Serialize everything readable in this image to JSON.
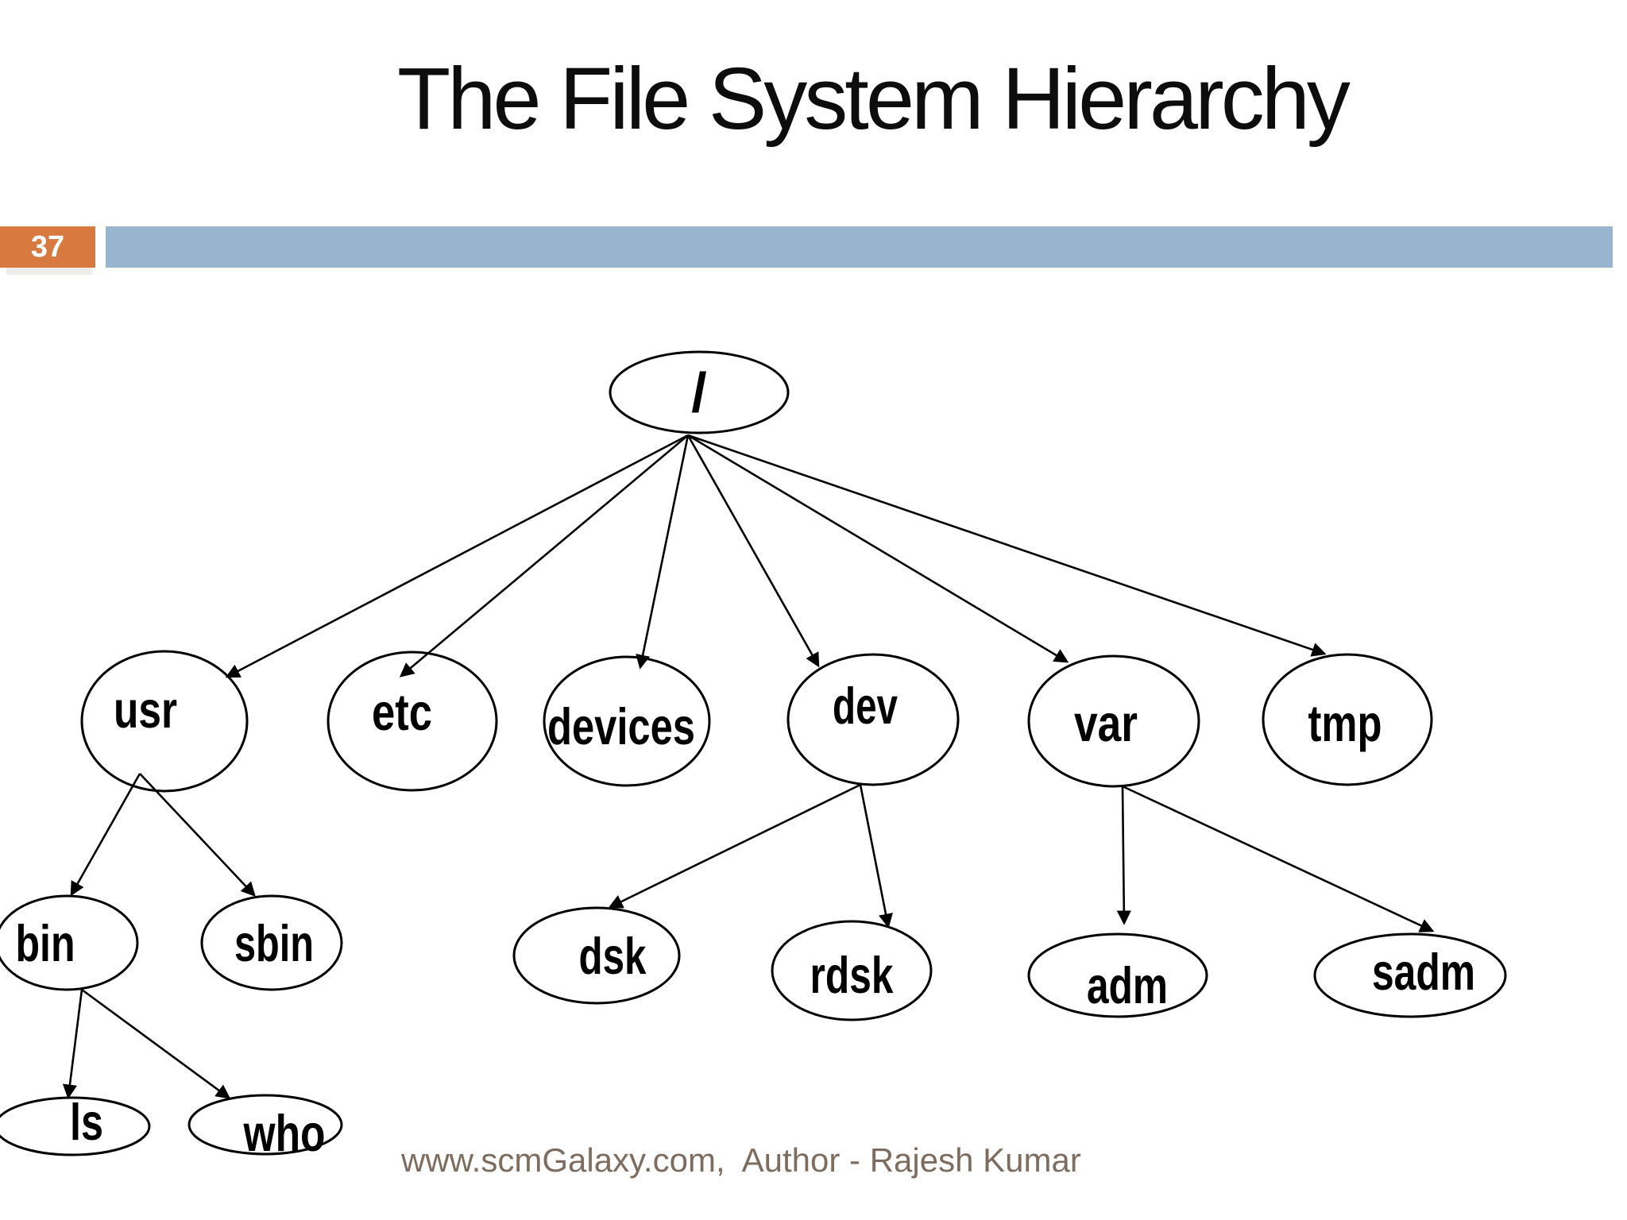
{
  "slide": {
    "title": "The File System Hierarchy",
    "slide_number": "37",
    "footer_text": "www.scmGalaxy.com,  Author - Rajesh Kumar"
  },
  "colors": {
    "background": "#FFFFFF",
    "title_text": "#0D0D0D",
    "slide_number_bg": "#D87A40",
    "slide_number_text": "#FFFFFF",
    "header_bar": "#98B5CF",
    "footer_text": "#7E6C5E",
    "diagram_stroke": "#000000"
  },
  "tree": {
    "type": "tree",
    "description": "Unix file system hierarchy, root at top, arrows point from parent to child",
    "labels": {
      "root": "/",
      "usr": "usr",
      "etc": "etc",
      "devices": "devices",
      "dev": "dev",
      "var": "var",
      "tmp": "tmp",
      "bin": "bin",
      "sbin": "sbin",
      "dsk": "dsk",
      "rdsk": "rdsk",
      "adm": "adm",
      "sadm": "sadm",
      "ls": "ls",
      "who": "who"
    },
    "edges": [
      {
        "from": "/",
        "to": "usr"
      },
      {
        "from": "/",
        "to": "etc"
      },
      {
        "from": "/",
        "to": "devices"
      },
      {
        "from": "/",
        "to": "dev"
      },
      {
        "from": "/",
        "to": "var"
      },
      {
        "from": "/",
        "to": "tmp"
      },
      {
        "from": "usr",
        "to": "bin"
      },
      {
        "from": "usr",
        "to": "sbin"
      },
      {
        "from": "bin",
        "to": "ls"
      },
      {
        "from": "bin",
        "to": "who"
      },
      {
        "from": "dev",
        "to": "dsk"
      },
      {
        "from": "dev",
        "to": "rdsk"
      },
      {
        "from": "var",
        "to": "adm"
      },
      {
        "from": "var",
        "to": "sadm"
      }
    ]
  }
}
